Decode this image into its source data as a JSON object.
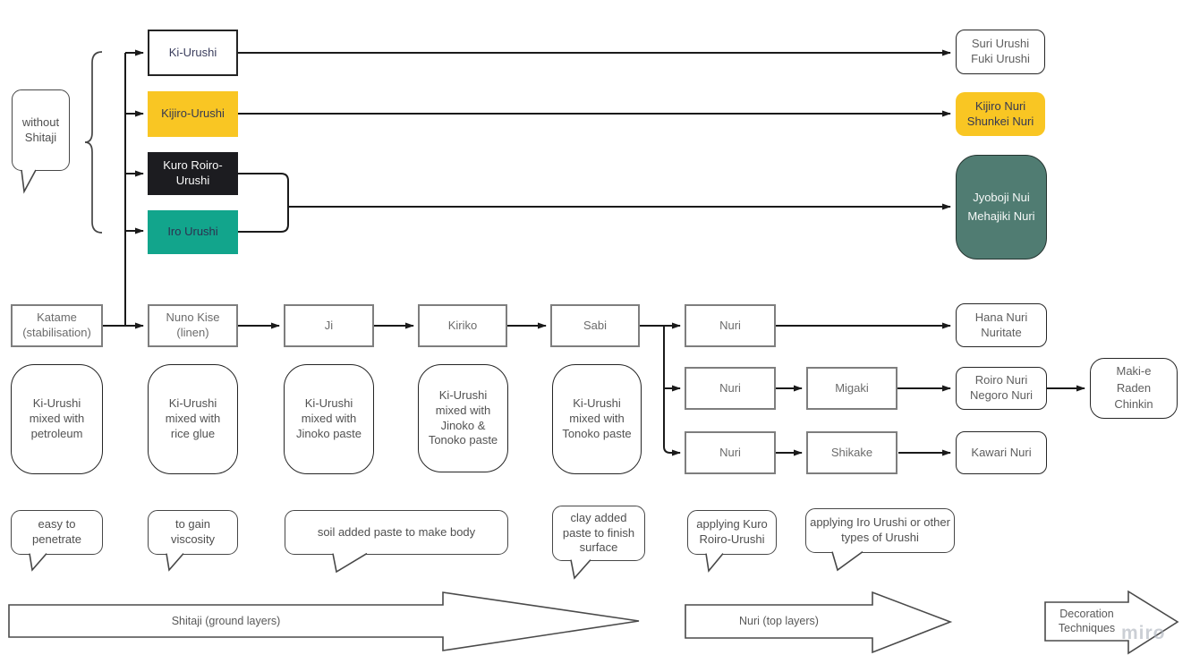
{
  "board": {
    "background": "#ffffff",
    "watermark": "miro"
  },
  "colors": {
    "yellow": "#F9C623",
    "black_fill": "#1C1C20",
    "teal": "#12A58C",
    "dark_teal": "#507C72",
    "connector": "#1a1a1a"
  },
  "notes": {
    "without_shitaji": "without\nShitaji",
    "easy_to_penetrate": "easy to penetrate",
    "to_gain_viscosity": "to gain viscosity",
    "soil_added": "soil added paste to make body",
    "clay_added": "clay added paste to finish surface",
    "applying_kuro": "applying Kuro Roiro-Urushi",
    "applying_iro": "applying Iro Urushi or other types of Urushi"
  },
  "urushi_types": {
    "ki": "Ki-Urushi",
    "kijiro": "Kijiro-Urushi",
    "kuro": "Kuro Roiro-\nUrushi",
    "iro": "Iro Urushi"
  },
  "no_shitaji_finishes": {
    "suri_fuki": "Suri Urushi\nFuki Urushi",
    "kijiro_shunkei": "Kijiro Nuri\nShunkei Nuri",
    "jyoboji_mehajiki": "Jyoboji Nui\nMehajiki Nuri"
  },
  "process_steps": {
    "katame": "Katame\n(stabilisation)",
    "nuno_kise": "Nuno Kise\n(linen)",
    "ji": "Ji",
    "kiriko": "Kiriko",
    "sabi": "Sabi",
    "nuri_1": "Nuri",
    "nuri_2": "Nuri",
    "nuri_3": "Nuri",
    "migaki": "Migaki",
    "shikake": "Shikake"
  },
  "mixtures": {
    "petroleum": "Ki-Urushi mixed with petroleum",
    "rice_glue": "Ki-Urushi mixed with rice glue",
    "jinoko": "Ki-Urushi mixed with Jinoko paste",
    "jinoko_tonoko": "Ki-Urushi mixed with Jinoko & Tonoko paste",
    "tonoko": "Ki-Urushi mixed with Tonoko paste"
  },
  "finishes": {
    "hana_nuritate": "Hana Nuri\nNuritate",
    "roiro_negoro": "Roiro Nuri\nNegoro Nuri",
    "kawari": "Kawari Nuri",
    "makie_raden_chinkin": "Maki-e\nRaden\nChinkin"
  },
  "stage_arrows": {
    "shitaji": "Shitaji (ground layers)",
    "nuri": "Nuri (top layers)",
    "decoration": "Decoration\nTechniques"
  }
}
